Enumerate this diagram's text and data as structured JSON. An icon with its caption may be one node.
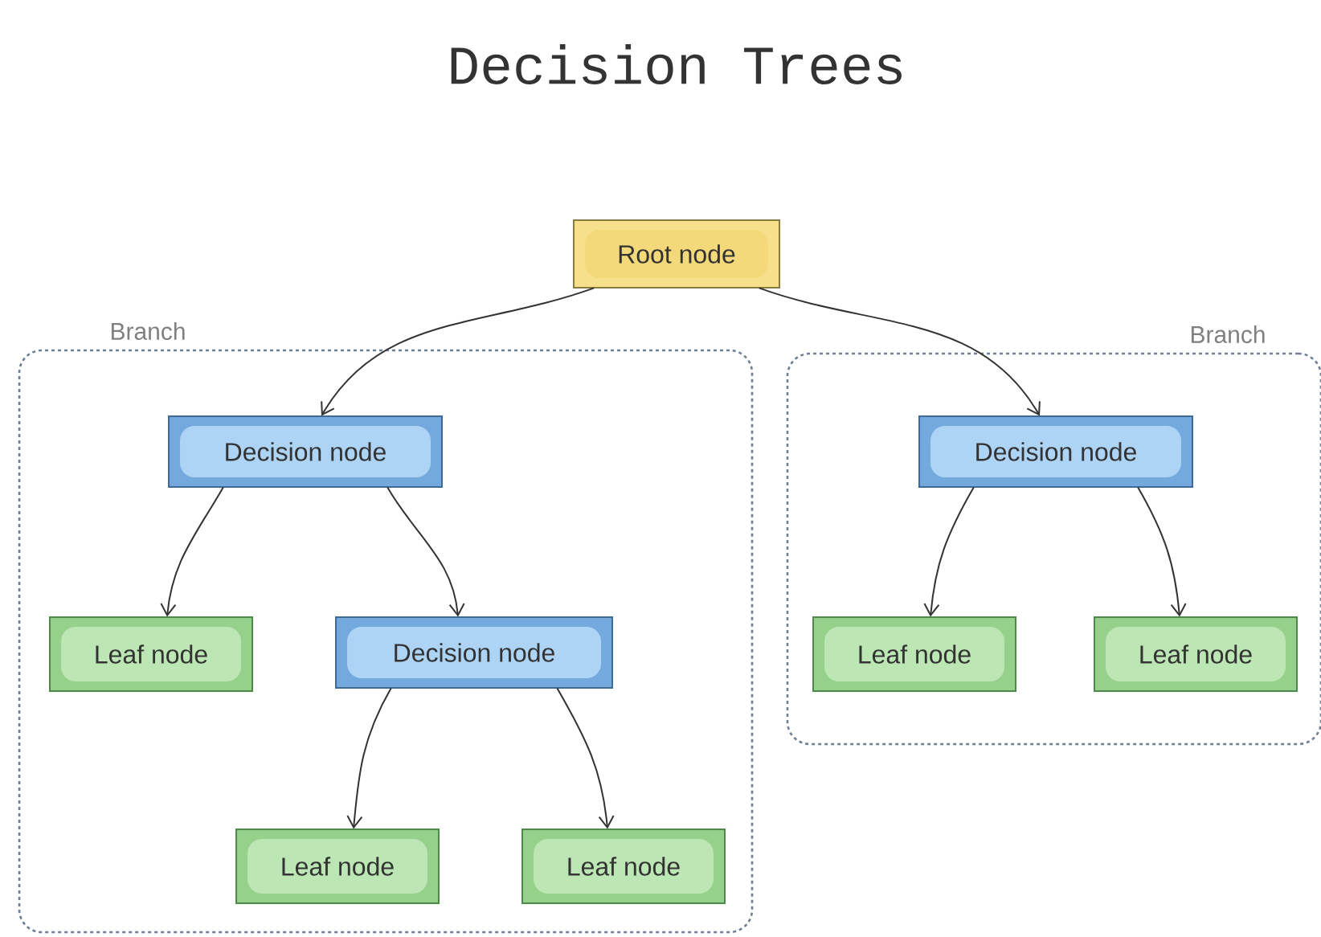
{
  "diagram": {
    "title": "Decision Trees",
    "nodes": [
      {
        "text": [
          "Root node"
        ]
      },
      {
        "text": [
          "Branch"
        ]
      },
      {
        "text": [
          "Branch"
        ]
      },
      {
        "text": [
          "Decision node"
        ],
        "in": 1
      },
      {
        "text": [
          "Leaf node"
        ],
        "in": 1
      },
      {
        "text": [
          "Decision node"
        ],
        "in": 1
      },
      {
        "text": [
          "Leaf node"
        ],
        "in": 1
      },
      {
        "text": [
          "Leaf node"
        ],
        "in": 1
      },
      {
        "text": [
          "Decision node"
        ],
        "in": 2
      },
      {
        "text": [
          "Leaf node"
        ],
        "in": 2
      },
      {
        "text": [
          "Leaf node"
        ],
        "in": 2
      }
    ],
    "edges": [
      {
        "from": 0,
        "to": 3,
        "arrow": "to"
      },
      {
        "from": 0,
        "to": 8,
        "arrow": "to"
      },
      {
        "from": 3,
        "to": 4,
        "arrow": "to"
      },
      {
        "from": 3,
        "to": 5,
        "arrow": "to"
      },
      {
        "from": 5,
        "to": 6,
        "arrow": "to"
      },
      {
        "from": 5,
        "to": 7,
        "arrow": "to"
      },
      {
        "from": 8,
        "to": 9,
        "arrow": "to"
      },
      {
        "from": 8,
        "to": 10,
        "arrow": "to"
      }
    ]
  }
}
